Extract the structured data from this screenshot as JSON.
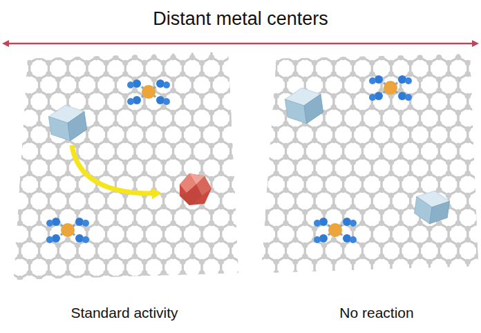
{
  "diagram": {
    "title": "Distant metal centers",
    "labels": [
      "Standard activity",
      "No reaction"
    ]
  }
}
